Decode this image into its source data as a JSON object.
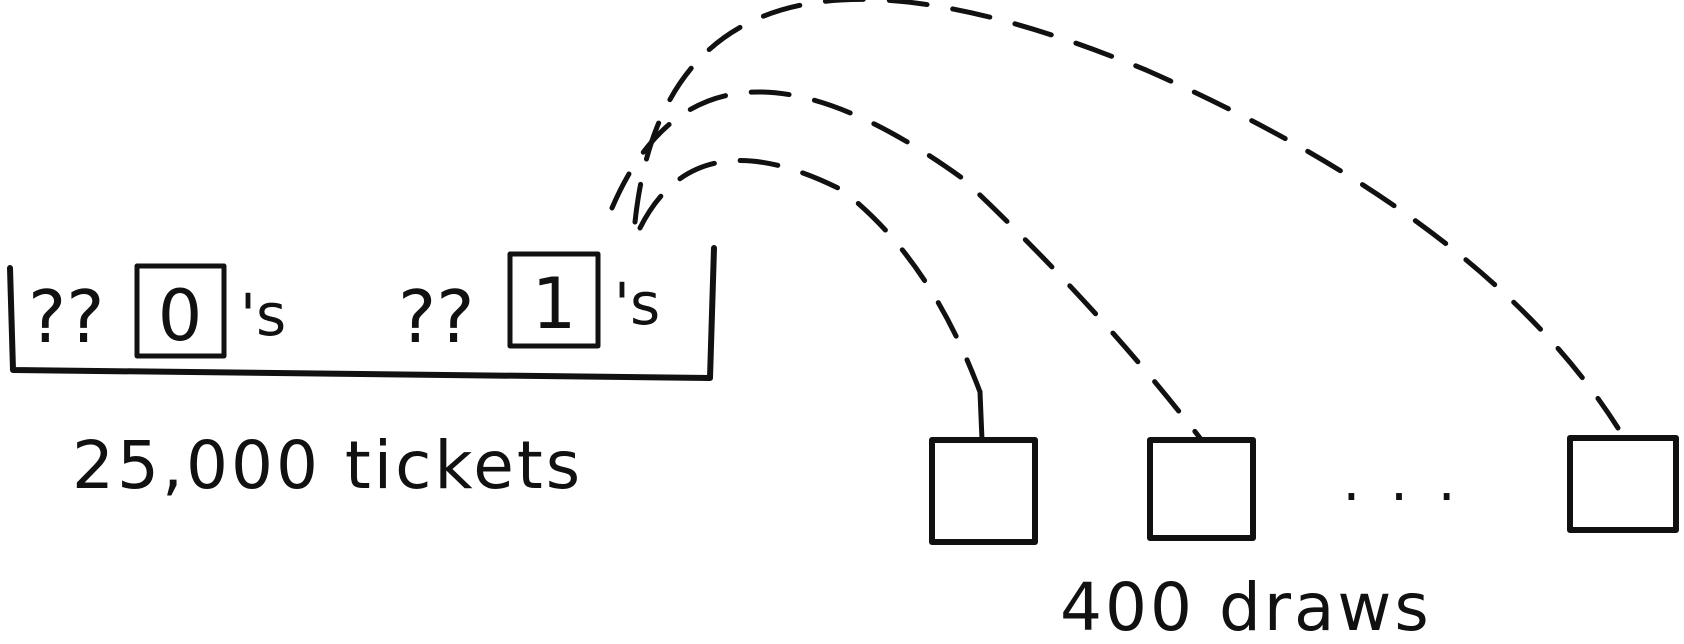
{
  "box": {
    "unknown_zero_marks": "??",
    "zero_digit": "0",
    "zero_suffix": "'s",
    "unknown_one_marks": "??",
    "one_digit": "1",
    "one_suffix": "'s",
    "caption": "25,000 tickets"
  },
  "draws": {
    "slot_count_shown": 3,
    "ellipsis": ". . .",
    "caption": "400 draws"
  },
  "colors": {
    "ink": "#111111",
    "background": "#ffffff"
  }
}
